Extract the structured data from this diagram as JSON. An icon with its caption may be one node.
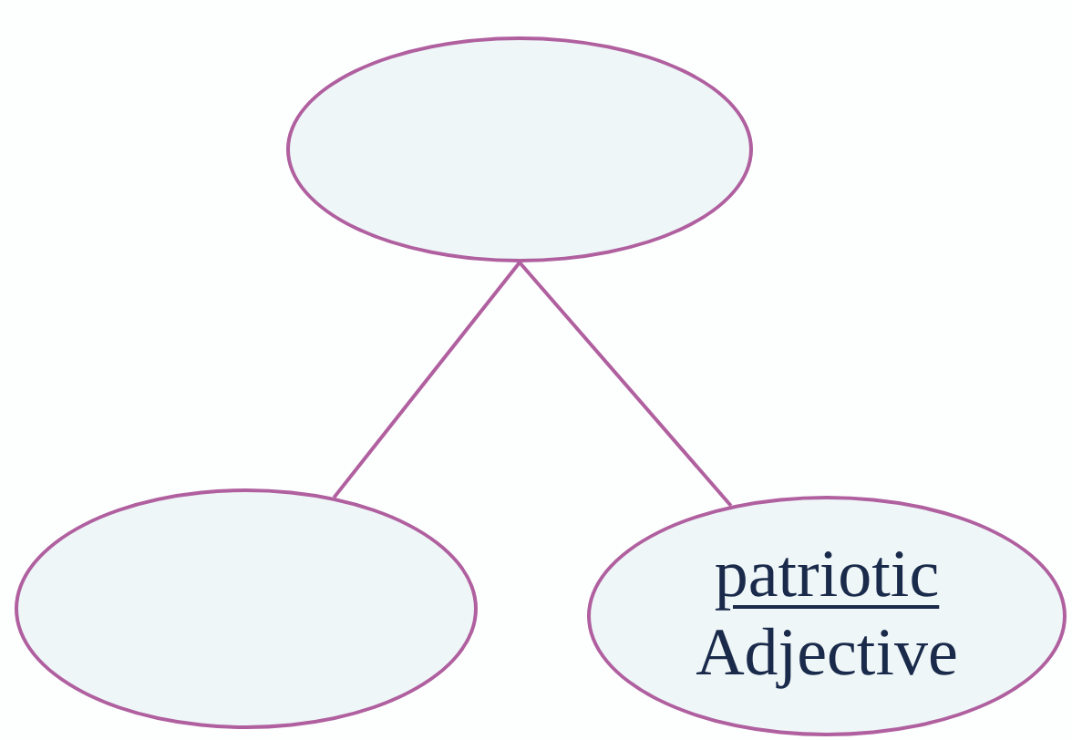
{
  "diagram": {
    "nodes": [
      {
        "text": [],
        "shape": "circle"
      },
      {
        "text": [],
        "shape": "circle"
      },
      {
        "text": [
          "patriotic",
          "Adjective"
        ]
      }
    ],
    "edges": [
      {
        "from": 0,
        "to": 1,
        "arrow": "none"
      },
      {
        "from": 0,
        "to": 2,
        "arrow": "none"
      }
    ]
  }
}
